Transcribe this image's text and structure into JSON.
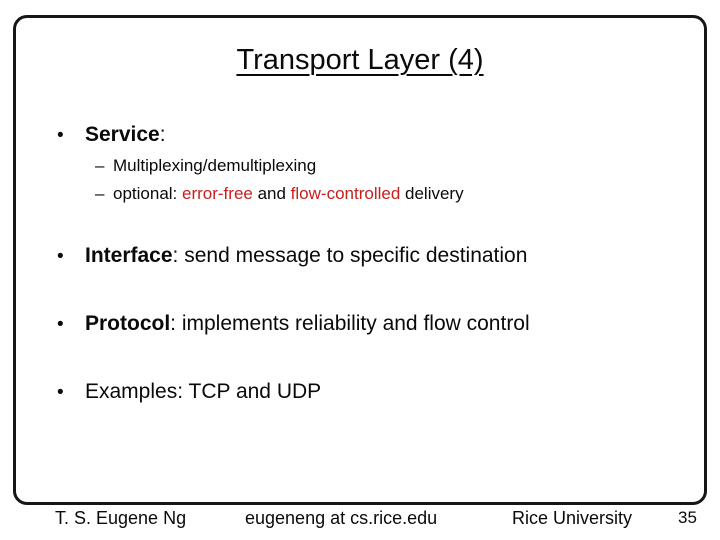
{
  "colors": {
    "background": "#ffffff",
    "border": "#161616",
    "text": "#0a0a0a",
    "accent_red": "#c81e1e"
  },
  "slide": {
    "title": "Transport Layer (4)",
    "bullet_glyph": "•",
    "dash_glyph": "–",
    "bullets": {
      "service": {
        "label": "Service",
        "suffix": ":"
      },
      "service_sub1": "Multiplexing/demultiplexing",
      "service_sub2": {
        "t1": "optional: ",
        "t2": "error-free",
        "t3": " and ",
        "t4": "flow-controlled",
        "t5": " delivery"
      },
      "interface": {
        "label": "Interface",
        "suffix": ": send message to specific destination"
      },
      "protocol": {
        "label": "Protocol",
        "suffix": ": implements reliability and flow control"
      },
      "examples_text": "Examples: TCP and UDP"
    }
  },
  "footer": {
    "author": "T. S. Eugene Ng",
    "email": "eugeneng at cs.rice.edu",
    "affiliation": "Rice University",
    "page_number": "35"
  }
}
